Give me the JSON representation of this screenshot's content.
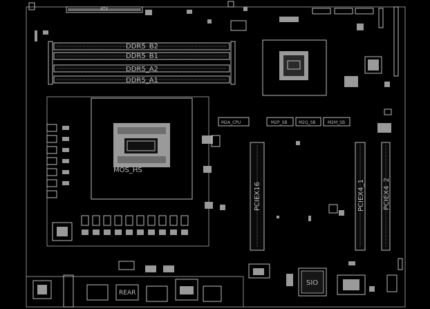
{
  "labels": {
    "atx": "ATX",
    "ddr5_b2": "DDR5_B2",
    "ddr5_b1": "DDR5_B1",
    "ddr5_a2": "DDR5_A2",
    "ddr5_a1": "DDR5_A1",
    "m2a_cpu": "M2A_CPU",
    "m2p_sb": "M2P_SB",
    "m2q_sb": "M2Q_SB",
    "m2m_sb": "M2M_SB",
    "mos_hs": "MOS_HS",
    "pciex16": "PCIEX16",
    "pciex4_1": "PCIEX4_1",
    "pciex4_2": "PCIEX4_2",
    "sio": "SIO",
    "rear": "REAR"
  },
  "colors": {
    "background": "#000000",
    "silkscreen": "#bdbdbd",
    "component": "#9a9a9a"
  }
}
